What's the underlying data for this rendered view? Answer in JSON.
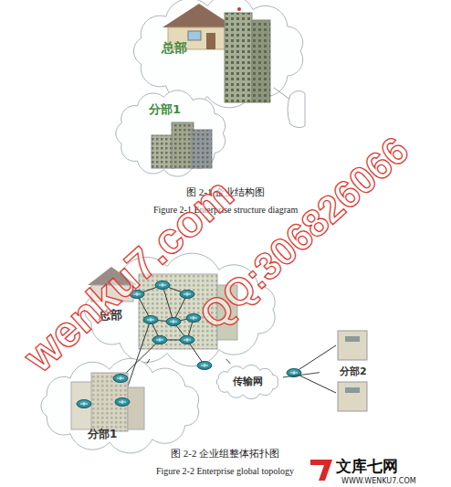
{
  "diagram": {
    "nodes": [
      {
        "text": [
          "总部"
        ]
      },
      {
        "text": [
          "分部1"
        ]
      },
      {
        "text": [
          "总部"
        ]
      },
      {
        "text": [
          "传输网"
        ]
      },
      {
        "text": [
          "分部1"
        ]
      },
      {
        "text": [
          "分部2"
        ]
      }
    ],
    "edges": [
      {
        "from": 2,
        "to": 3,
        "arrow": "none"
      },
      {
        "from": 3,
        "to": 5,
        "arrow": "none"
      },
      {
        "from": 2,
        "to": 4,
        "arrow": "none"
      }
    ],
    "labels": [
      "图 2-1 企业结构图",
      "Figure 2-1 Enterprise structure diagram",
      "图 2-2 企业组整体拓扑图",
      "Figure 2-2 Enterprise global topology",
      "wenku7.com",
      "QQ:306826066",
      "文库七网",
      "WWW.WENKU7.COM"
    ]
  }
}
